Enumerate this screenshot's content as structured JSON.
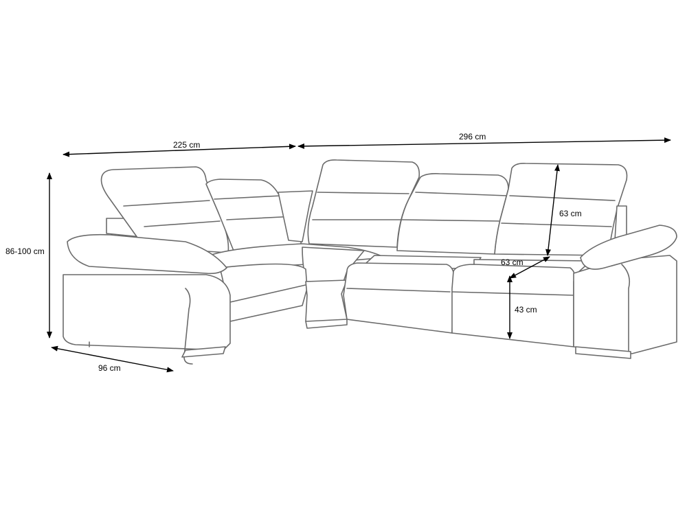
{
  "title": "Corner sofa dimensions",
  "dimensions": {
    "left_length": "225 cm",
    "right_length": "296 cm",
    "height": "86-100 cm",
    "depth": "96 cm",
    "seat_depth": "63 cm",
    "backrest_height": "63 cm",
    "seat_height": "43 cm"
  }
}
